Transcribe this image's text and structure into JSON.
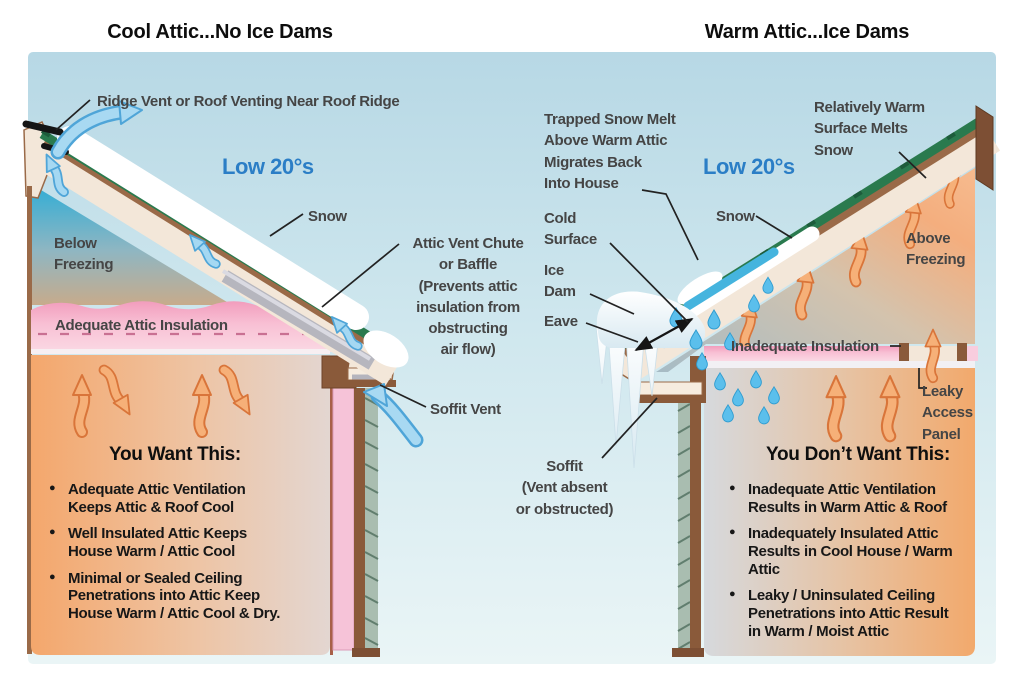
{
  "colors": {
    "accent_blue": "#2b7ec6",
    "label_gray": "#454545",
    "shingle_green": "#2a7a4e",
    "deck_brown": "#9a6a48",
    "insulation_pink": "#f6b6ce",
    "warm_orange": "#f2a263",
    "airflow_blue": "#a5d8f2",
    "sky_blue": "#c3dfe9"
  },
  "left_panel": {
    "title": "Cool Attic...No Ice Dams",
    "temperature": "Low 20°s",
    "labels": {
      "ridge_vent": "Ridge Vent or Roof Venting Near Roof Ridge",
      "snow": "Snow",
      "below_freezing": [
        "Below",
        "Freezing"
      ],
      "insulation": "Adequate Attic Insulation",
      "vent_chute": [
        "Attic Vent Chute",
        "or Baffle",
        "(Prevents attic",
        "insulation from",
        "obstructing",
        "air flow)"
      ],
      "soffit_vent": "Soffit Vent"
    },
    "callout": {
      "header": "You Want This:",
      "bullets": [
        "Adequate Attic Ventilation Keeps Attic & Roof Cool",
        "Well Insulated Attic Keeps House Warm / Attic Cool",
        "Minimal or Sealed Ceiling Penetrations into Attic Keep House Warm / Attic Cool & Dry."
      ]
    }
  },
  "right_panel": {
    "title": "Warm Attic...Ice Dams",
    "temperature": "Low 20°s",
    "labels": {
      "trapped": [
        "Trapped Snow Melt",
        "Above Warm Attic",
        "Migrates Back",
        "Into House"
      ],
      "cold_surface": [
        "Cold",
        "Surface"
      ],
      "ice_dam": [
        "Ice",
        "Dam"
      ],
      "eave": "Eave",
      "snow": "Snow",
      "relatively_warm": [
        "Relatively Warm",
        "Surface Melts",
        "Snow"
      ],
      "above_freezing": [
        "Above",
        "Freezing"
      ],
      "inadequate_insulation": "Inadequate Insulation",
      "leaky_access": [
        "Leaky",
        "Access",
        "Panel"
      ],
      "soffit": [
        "Soffit",
        "(Vent absent",
        "or obstructed)"
      ]
    },
    "callout": {
      "header": "You Don’t Want This:",
      "bullets": [
        "Inadequate Attic Ventilation Results in Warm Attic & Roof",
        "Inadequately Insulated Attic Results in Cool House / Warm Attic",
        "Leaky / Uninsulated Ceiling Penetrations into Attic Result in Warm / Moist Attic"
      ]
    }
  }
}
